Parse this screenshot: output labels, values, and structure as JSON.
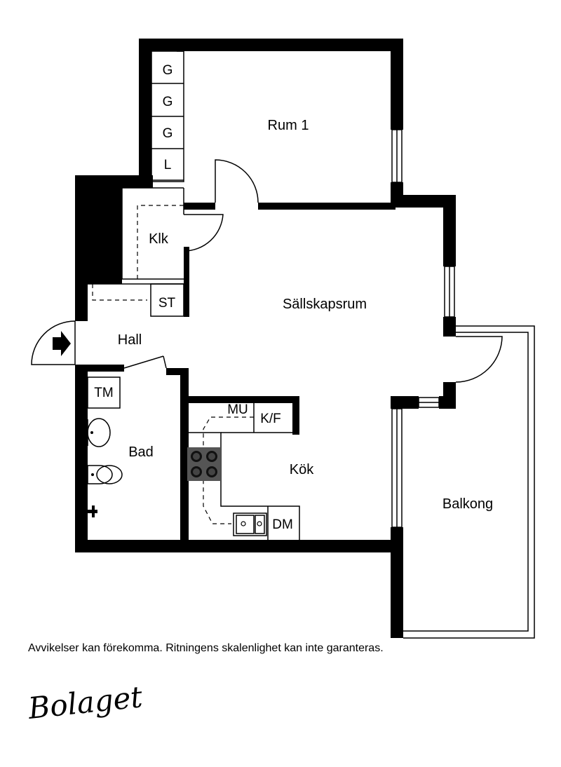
{
  "rooms": {
    "rum1": "Rum 1",
    "sallskapsrum": "Sällskapsrum",
    "hall": "Hall",
    "bad": "Bad",
    "kok": "Kök",
    "balkong": "Balkong",
    "klk": "Klk"
  },
  "fixtures": {
    "g1": "G",
    "g2": "G",
    "g3": "G",
    "l": "L",
    "st": "ST",
    "tm": "TM",
    "mu": "MU",
    "kf": "K/F",
    "dm": "DM"
  },
  "footer": {
    "disclaimer": "Avvikelser kan förekomma. Ritningens skalenlighet kan inte garanteras.",
    "logo_text": "Bolaget"
  }
}
